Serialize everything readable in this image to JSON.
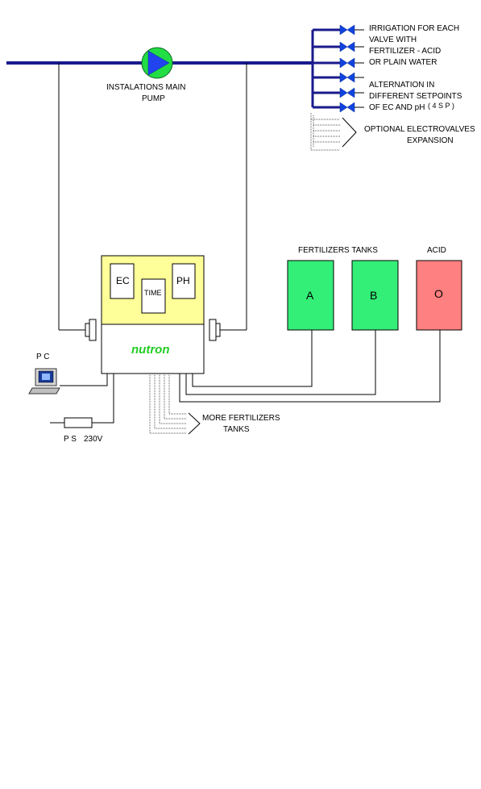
{
  "pump": {
    "label_line1": "INSTALATIONS   MAIN",
    "label_line2": "PUMP"
  },
  "irrigation_notes": [
    "IRRIGATION FOR EACH",
    "VALVE WITH",
    "FERTILIZER - ACID",
    "OR PLAIN WATER",
    "ALTERNATION IN",
    "DIFFERENT SETPOINTS",
    "OF EC AND pH"
  ],
  "setpoints_note": "( 4 S P )",
  "expansion": {
    "line1": "OPTIONAL ELECTROVALVES",
    "line2": "EXPANSION"
  },
  "controller": {
    "ec_label": "EC",
    "time_label": "TIME",
    "ph_label": "PH",
    "brand": "nutron"
  },
  "tanks": {
    "fertilizers_title": "FERTILIZERS TANKS",
    "acid_title": "ACID",
    "tank_a": "A",
    "tank_b": "B",
    "tank_acid": "O"
  },
  "more_tanks": {
    "line1": "MORE  FERTILIZERS",
    "line2": "TANKS"
  },
  "pc_label": "P C",
  "power": {
    "ps_label": "P S",
    "voltage": "230V"
  },
  "colors": {
    "pipe": "#1a1a8c",
    "pump_body": "#22dd44",
    "pump_arrow": "#2244ee",
    "valve": "#1144dd",
    "controller_top": "#ffff99",
    "fertilizer_tank": "#33ee77",
    "acid_tank": "#ff8080",
    "brand": "#22cc22"
  },
  "icons": {
    "pump": "pump-icon",
    "valve": "valve-icon",
    "computer": "computer-icon",
    "fuse": "fuse-icon"
  }
}
